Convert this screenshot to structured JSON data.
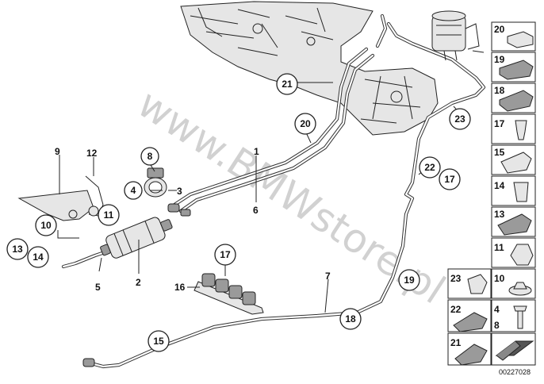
{
  "watermark": "www.BMWstore.pl",
  "diagram_code": "00227028",
  "labels": {
    "l1": "1",
    "l2": "2",
    "l3": "3",
    "l4": "4",
    "l5": "5",
    "l6": "6",
    "l7": "7",
    "l8": "8",
    "l9": "9",
    "l10": "10",
    "l11": "11",
    "l12": "12",
    "l13": "13",
    "l14": "14",
    "l15": "15",
    "l16": "16",
    "l17a": "17",
    "l17b": "17",
    "l18": "18",
    "l19": "19",
    "l20": "20",
    "l21": "21",
    "l22": "22",
    "l23": "23"
  },
  "panel": {
    "p20": "20",
    "p19": "19",
    "p18": "18",
    "p17": "17",
    "p15": "15",
    "p14": "14",
    "p13": "13",
    "p11": "11",
    "p23": "23",
    "p10": "10",
    "p22": "22",
    "p4": "4",
    "p8": "8",
    "p21": "21"
  }
}
